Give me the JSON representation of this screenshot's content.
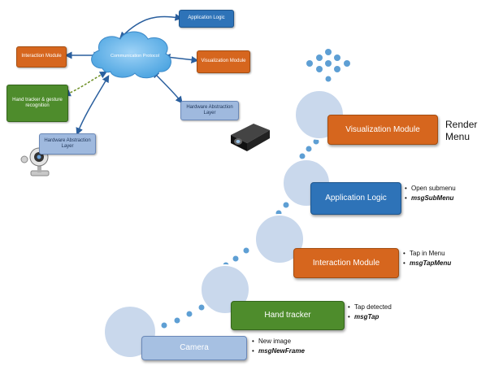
{
  "architecture": {
    "cloud": "Communication Protocol",
    "application_logic": "Application Logic",
    "interaction_module": "Interaction Module",
    "visualization_module": "Visualization Module",
    "hand_tracker": "Hand tracker & gesture recognition",
    "hardware_layer_left": "Hardware Abstraction Layer",
    "hardware_layer_right": "Hardware Abstraction Layer"
  },
  "pipeline": {
    "camera": "Camera",
    "hand_tracker": "Hand tracker",
    "interaction_module": "Interaction Module",
    "application_logic": "Application Logic",
    "visualization_module": "Visualization Module",
    "render_label_line1": "Render",
    "render_label_line2": "Menu"
  },
  "notes": {
    "camera": {
      "event": "New image",
      "message": "msgNewFrame"
    },
    "hand_tracker": {
      "event": "Tap detected",
      "message": "msgTap"
    },
    "interaction": {
      "event": "Tap in Menu",
      "message": "msgTapMenu"
    },
    "application": {
      "event": "Open submenu",
      "message": "msgSubMenu"
    }
  },
  "colors": {
    "orange": "#d6661e",
    "blue": "#2e73b8",
    "green": "#4e8c2c",
    "light_blue": "#9fb9de",
    "circle": "#c9d8ec",
    "dot": "#5e9fd4"
  }
}
